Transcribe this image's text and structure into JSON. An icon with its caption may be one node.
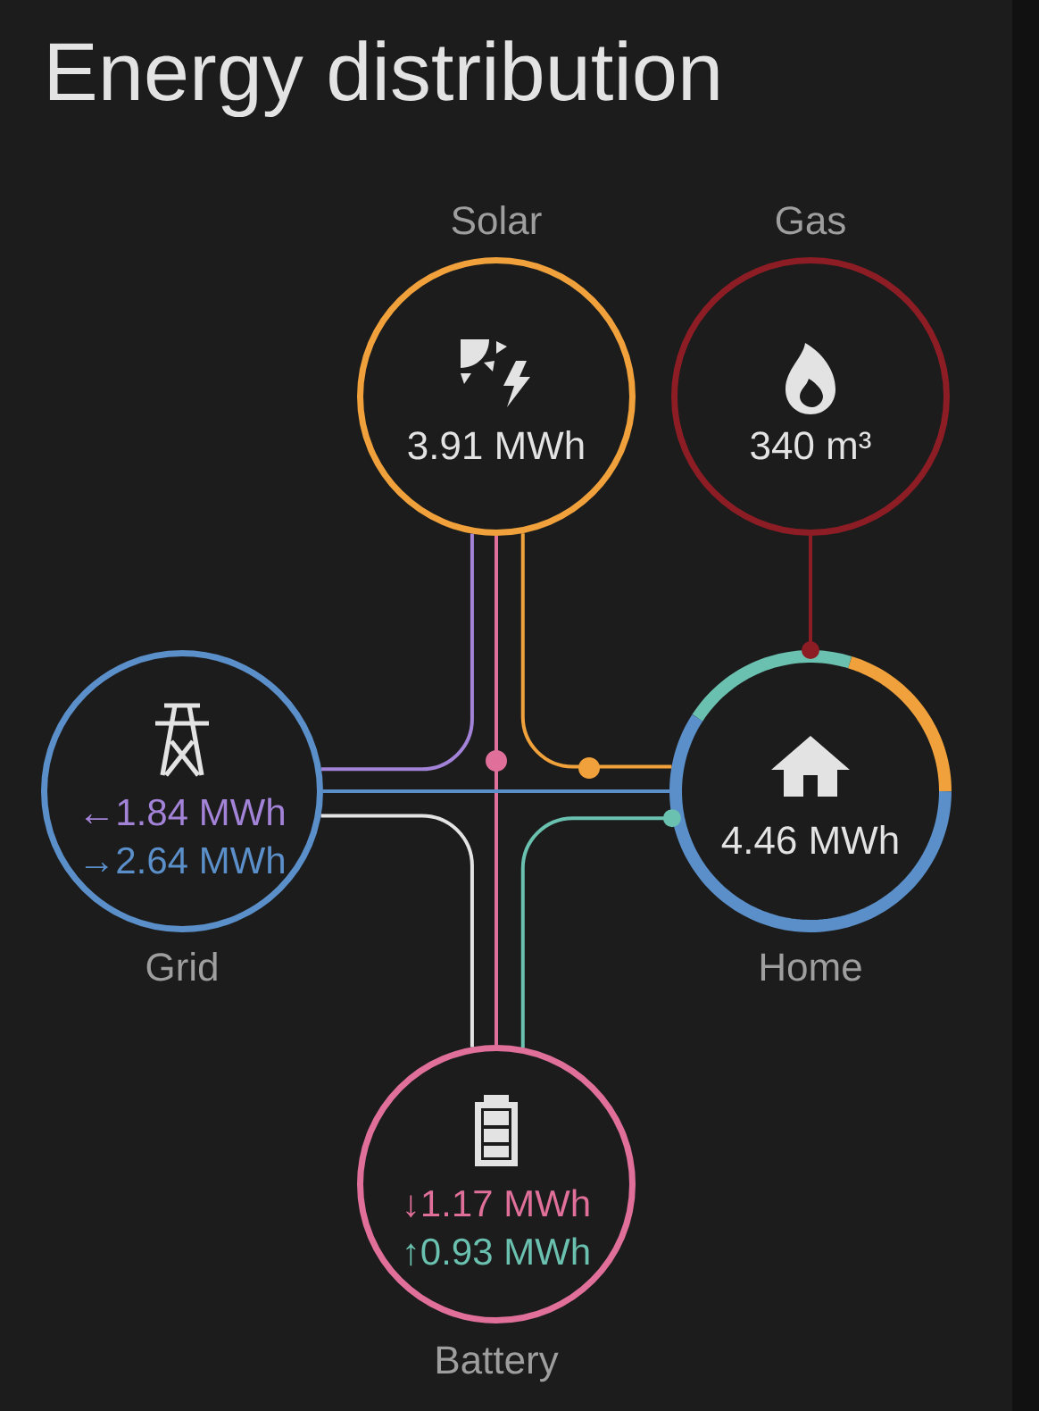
{
  "diagram": {
    "title": "Energy distribution",
    "nodes": [
      {
        "text": [
          "3.91 MWh"
        ],
        "beside": [
          "Solar"
        ]
      },
      {
        "text": [
          "340 m³"
        ],
        "beside": [
          "Gas"
        ]
      },
      {
        "text": [
          "←1.84 MWh",
          "→2.64 MWh"
        ],
        "beside": [
          "Grid"
        ]
      },
      {
        "text": [
          "4.46 MWh"
        ],
        "beside": [
          "Home"
        ]
      },
      {
        "text": [
          "↓1.17 MWh",
          "↑0.93 MWh"
        ],
        "beside": [
          "Battery"
        ]
      }
    ],
    "edges": [
      {
        "from": 0,
        "to": 2,
        "arrow": "none",
        "color": "#a383d8"
      },
      {
        "from": 0,
        "to": 4,
        "arrow": "none",
        "color": "#e0709a"
      },
      {
        "from": 0,
        "to": 3,
        "arrow": "none",
        "color": "#f0a13b"
      },
      {
        "from": 1,
        "to": 3,
        "arrow": "other",
        "color": "#8c1d25"
      },
      {
        "from": 2,
        "to": 3,
        "arrow": "none",
        "color": "#5b8fc9"
      },
      {
        "from": 2,
        "to": 4,
        "arrow": "none",
        "color": "#e3e3e3"
      },
      {
        "from": 4,
        "to": 3,
        "arrow": "other",
        "color": "#6bc1af"
      }
    ]
  }
}
